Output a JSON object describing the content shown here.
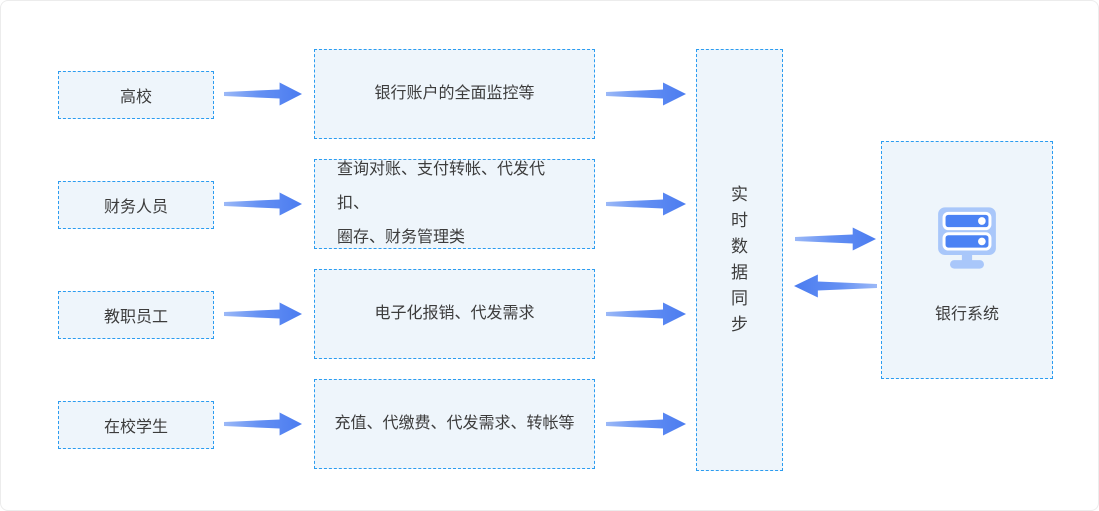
{
  "diagram": {
    "rows": [
      {
        "actor": "高校",
        "function_lines": [
          "银行账户的全面监控等"
        ]
      },
      {
        "actor": "财务人员",
        "function_lines": [
          "查询对账、支付转帐、代发代扣、",
          "圈存、财务管理类"
        ]
      },
      {
        "actor": "教职员工",
        "function_lines": [
          "电子化报销、代发需求"
        ]
      },
      {
        "actor": "在校学生",
        "function_lines": [
          "充值、代缴费、代发需求、转帐等"
        ]
      }
    ],
    "sync_box": {
      "label": "实时数据同步"
    },
    "bank_box": {
      "label": "银行系统",
      "icon": "server-icon"
    },
    "colors": {
      "dashed_border": "#2b9cf0",
      "box_fill": "#eef5fb",
      "arrow_dark": "#4b7cf0",
      "arrow_light": "#9cb9f7",
      "icon_light_blue": "#a9c7fa",
      "icon_blue": "#4b82f4",
      "text": "#3c3c3c"
    }
  }
}
